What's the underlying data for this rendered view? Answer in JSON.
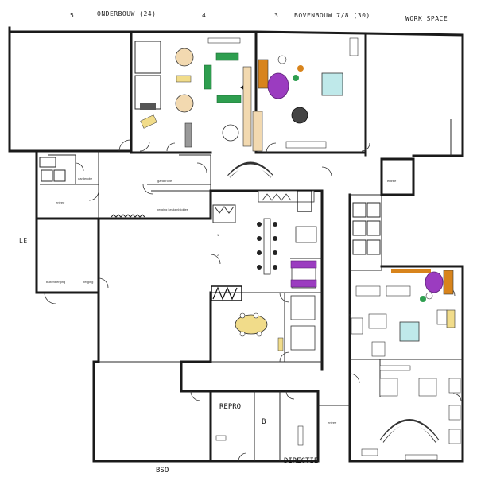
{
  "header": {
    "num_left": "5",
    "title_left": "ONDERBOUW (24)",
    "num_mid": "4",
    "num_right": "3",
    "title_right": "BOVENBOUW 7/8 (30)",
    "work_space": "WORK SPACE"
  },
  "rooms": {
    "garderobe_top": "garderobe",
    "garderobe_mid": "garderobe",
    "entree_left": "entree",
    "berging_keukenblokjes": "berging keukenblokjes",
    "buitenberging": "buitenberging",
    "berging_small": "berging",
    "room_1": "1",
    "room_2": "2",
    "entree_right_top": "entree",
    "entree_right_bottom": "entree",
    "repro": "REPRO",
    "b_label": "B",
    "directie": "DIRECTIE",
    "bso": "BSO",
    "side_label": "LE"
  },
  "colors": {
    "wall": "#1a1a1a",
    "green": "#2e9e4f",
    "purple": "#9b3cc0",
    "orange": "#d8841c",
    "yellow": "#f1dc8a",
    "teal": "#bfe9ea",
    "beige": "#f2d9b0"
  }
}
